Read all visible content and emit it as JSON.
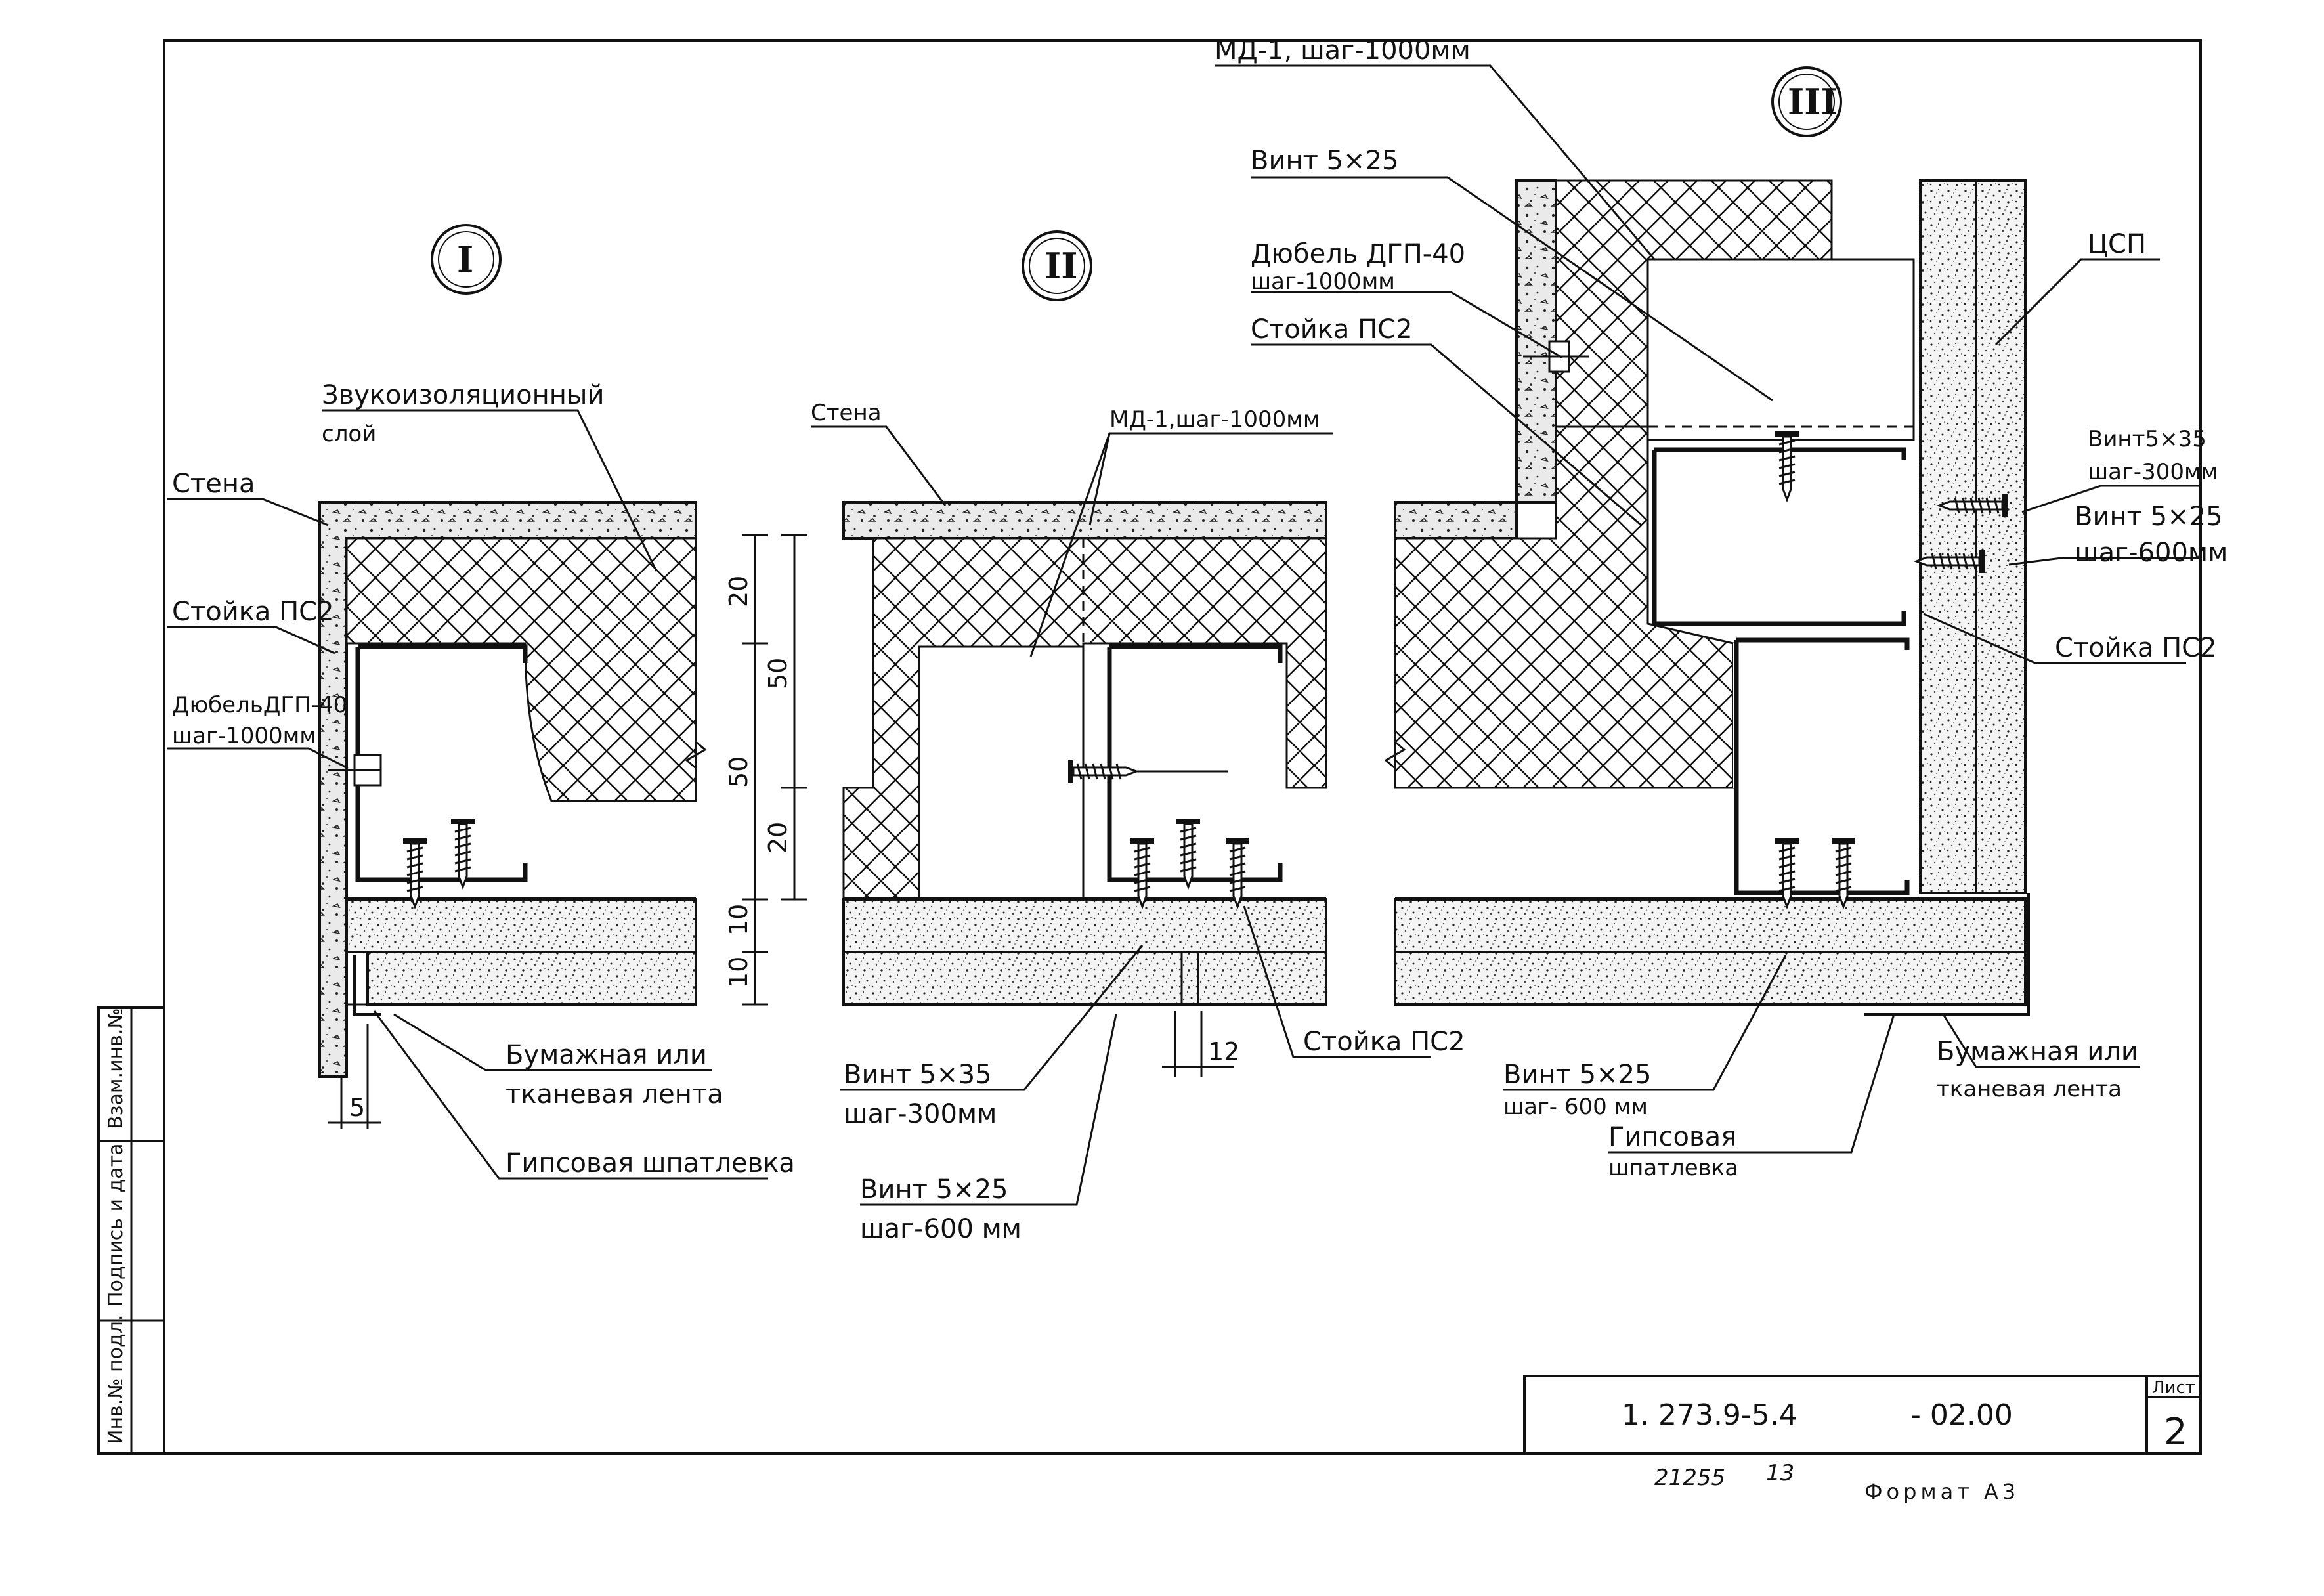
{
  "frame": {
    "side_stamp": [
      "Инв.№ подл.",
      "Подпись и дата",
      "Взам.инв.№"
    ]
  },
  "sections": [
    {
      "numeral": "I"
    },
    {
      "numeral": "II"
    },
    {
      "numeral": "III"
    }
  ],
  "callouts": {
    "s1": {
      "sound_layer_1": "Звукоизоляционный",
      "sound_layer_2": "слой",
      "wall": "Стена",
      "post": "Стойка ПС2",
      "dowel_1": "ДюбельДГП-40",
      "dowel_2": "шаг-1000мм",
      "tape_1": "Бумажная или",
      "tape_2": "тканевая лента",
      "putty": "Гипсовая шпатлевка"
    },
    "s2": {
      "wall": "Стена",
      "md": "МД-1,шаг-1000мм",
      "screw35_1": "Винт 5×35",
      "screw35_2": "шаг-300мм",
      "screw25_1": "Винт 5×25",
      "screw25_2": "шаг-600 мм",
      "post": "Стойка ПС2"
    },
    "s3": {
      "md": "МД-1, шаг-1000мм",
      "screw_top": "Винт 5×25",
      "dowel_1": "Дюбель ДГП-40",
      "dowel_2": "шаг-1000мм",
      "post_top": "Стойка ПС2",
      "csp": "ЦСП",
      "screw35_1": "Винт5×35",
      "screw35_2": "шаг-300мм",
      "screw25r_1": "Винт 5×25",
      "screw25r_2": "шаг-600мм",
      "post_right": "Стойка ПС2",
      "screw25b_1": "Винт 5×25",
      "screw25b_2": "шаг- 600 мм",
      "putty_1": "Гипсовая",
      "putty_2": "шпатлевка",
      "tape_1": "Бумажная или",
      "tape_2": "тканевая лента"
    }
  },
  "dimensions": {
    "d20a": "20",
    "d50a": "50",
    "d50b": "50",
    "d20b": "20",
    "d10a": "10",
    "d10b": "10",
    "d5": "5",
    "d12": "12"
  },
  "title_block": {
    "code": "1. 273.9-5.4",
    "suffix": "- 02.00",
    "sheet_label": "Лист",
    "sheet_no": "2",
    "inv": "21255",
    "copy": "13",
    "format": "Формат А3"
  }
}
